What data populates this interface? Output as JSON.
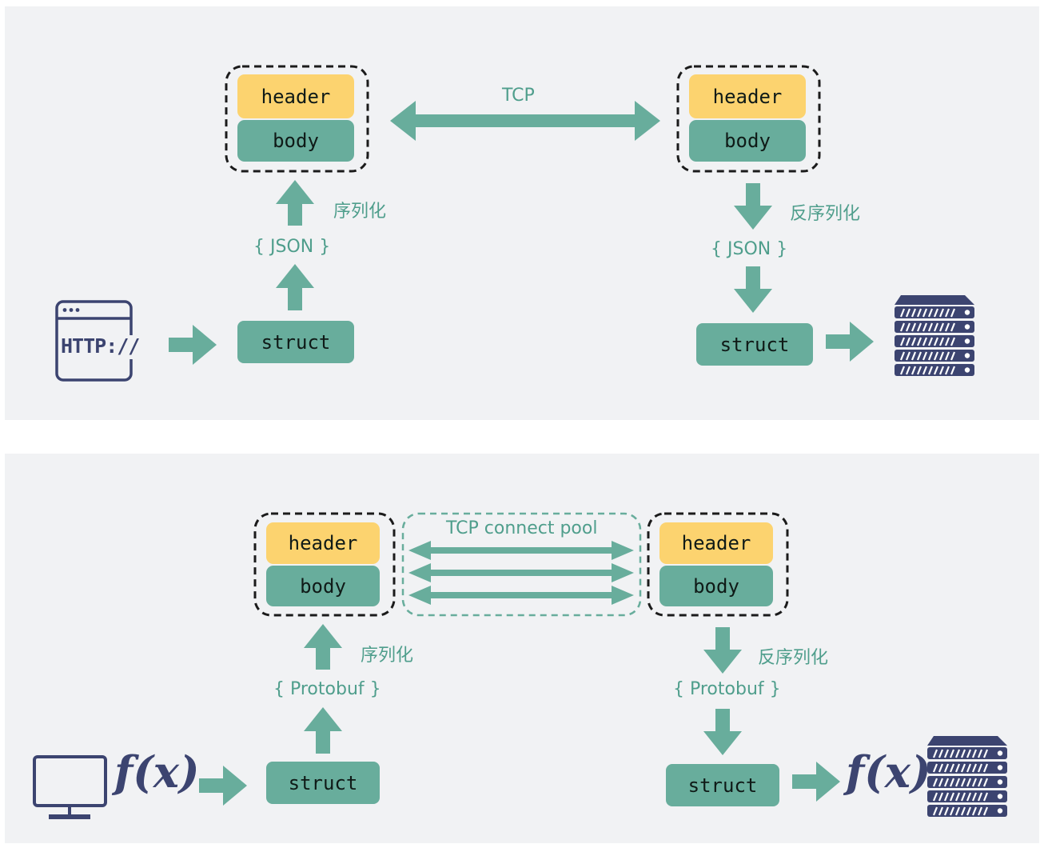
{
  "colors": {
    "teal": "#68ad9c",
    "teal_text": "#4f9e8c",
    "yellow": "#fcd36f",
    "navy": "#3c4470",
    "panel": "#f1f2f4"
  },
  "top": {
    "left_packet": {
      "header": "header",
      "body": "body"
    },
    "right_packet": {
      "header": "header",
      "body": "body"
    },
    "tcp_label": "TCP",
    "serialize_label": "序列化",
    "deserialize_label": "反序列化",
    "format_left": "{ JSON }",
    "format_right": "{ JSON }",
    "struct_left": "struct",
    "struct_right": "struct",
    "client_icon_text": "HTTP://",
    "client_icon": "http-browser-icon",
    "server_icon": "server-rack-icon"
  },
  "bottom": {
    "left_packet": {
      "header": "header",
      "body": "body"
    },
    "right_packet": {
      "header": "header",
      "body": "body"
    },
    "pool_label": "TCP connect pool",
    "serialize_label": "序列化",
    "deserialize_label": "反序列化",
    "format_left": "{ Protobuf }",
    "format_right": "{ Protobuf }",
    "struct_left": "struct",
    "struct_right": "struct",
    "function_symbol": "f(x)",
    "client_icon": "monitor-icon",
    "server_icon": "server-rack-icon"
  }
}
